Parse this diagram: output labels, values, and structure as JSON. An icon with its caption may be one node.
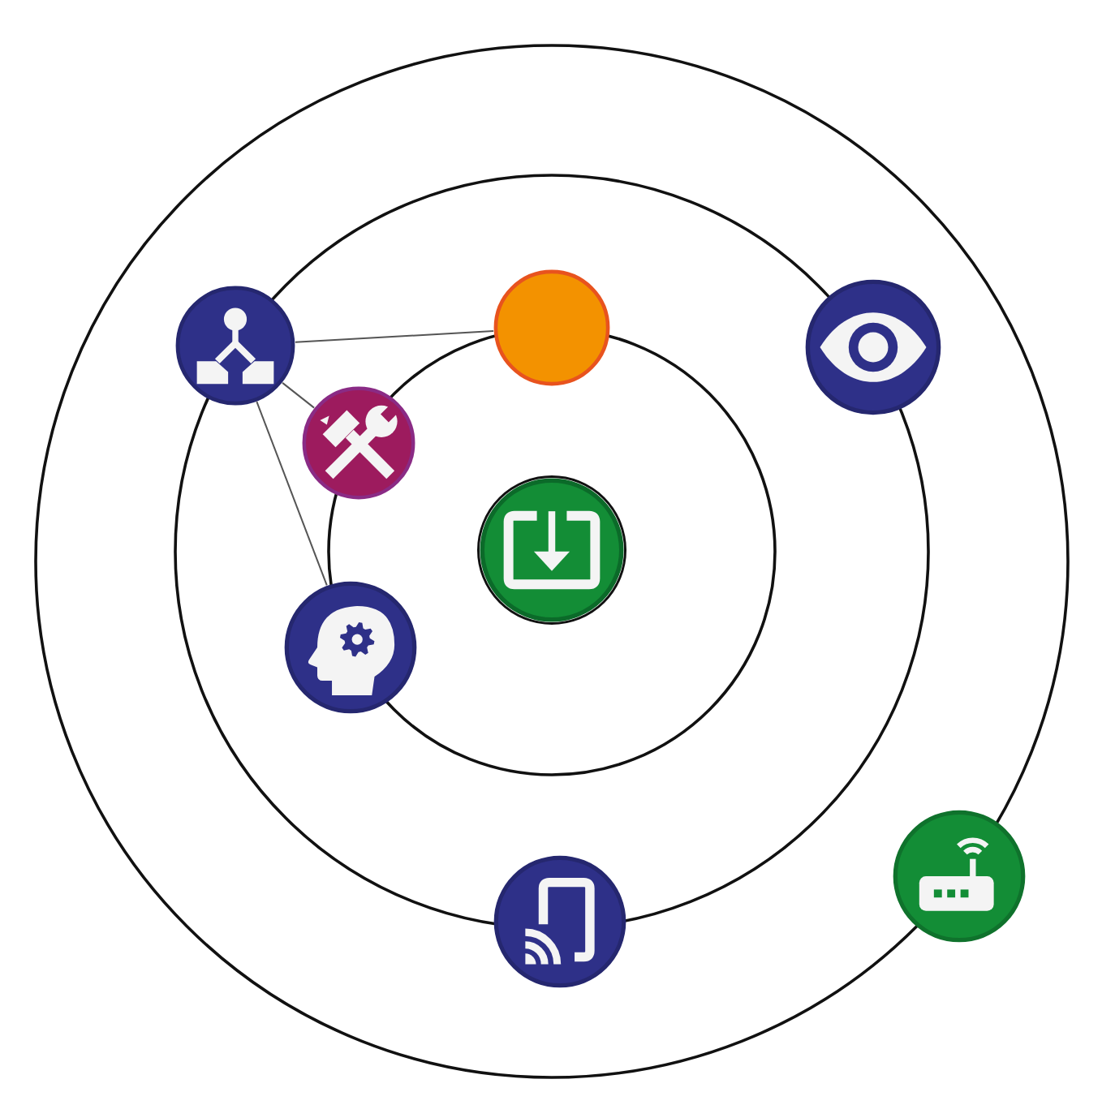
{
  "diagram": {
    "nodes": [
      {
        "text": [],
        "shape": "circle"
      },
      {
        "text": [],
        "shape": "circle"
      },
      {
        "text": [],
        "shape": "circle"
      },
      {
        "text": [],
        "shape": "circle"
      },
      {
        "text": [],
        "shape": "circle"
      },
      {
        "text": [],
        "shape": "circle"
      },
      {
        "text": [],
        "shape": "circle"
      },
      {
        "text": [],
        "shape": "circle"
      }
    ],
    "edges": [
      {
        "from": 1,
        "to": 0,
        "arrow": "none"
      },
      {
        "from": 1,
        "to": 3,
        "arrow": "none"
      },
      {
        "from": 1,
        "to": 5,
        "arrow": "none"
      }
    ]
  }
}
